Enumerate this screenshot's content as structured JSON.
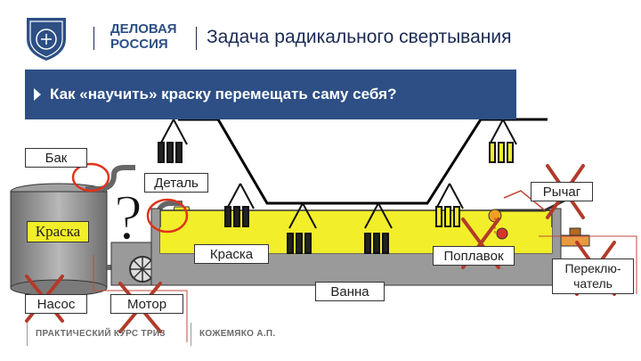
{
  "header": {
    "title": "Задача радикального свертывания",
    "brand_line1": "ДЕЛОВАЯ",
    "brand_line2": "РОССИЯ"
  },
  "banner": {
    "text": "Как «научить» краску перемещать саму себя?"
  },
  "diagram": {
    "labels": {
      "bak": "Бак",
      "detal": "Деталь",
      "kraska_tank": "Краска",
      "kraska_bath": "Краска",
      "nasos": "Насос",
      "motor": "Мотор",
      "vanna": "Ванна",
      "poplavok": "Поплавок",
      "rychag": "Рычаг",
      "pereklyuchatel": "Переклю-чатель"
    },
    "question_mark": "?"
  },
  "footer": {
    "course": "ПРАКТИЧЕСКИЙ КУРС ТРИЗ",
    "author": "КОЖЕМЯКО А.П."
  },
  "colors": {
    "banner": "#2d4f85",
    "paint": "#f2ee2a",
    "tank": "#8c8c8c",
    "cross": "#b33a2a",
    "circle": "#e0331c"
  }
}
